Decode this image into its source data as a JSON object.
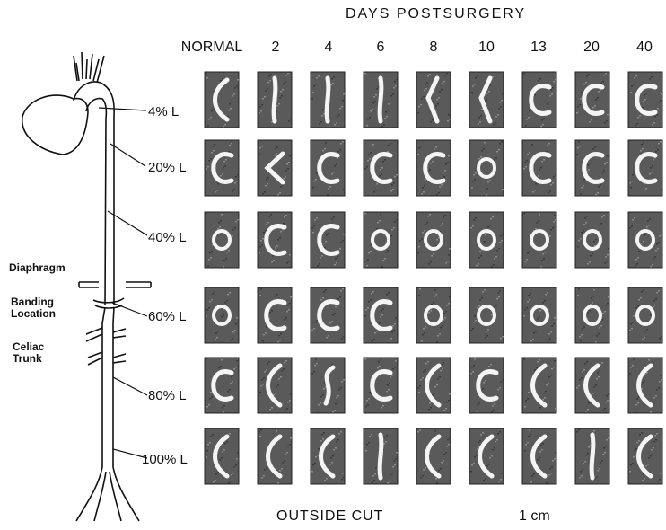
{
  "figure": {
    "title": "DAYS  POSTSURGERY",
    "columns": [
      "NORMAL",
      "2",
      "4",
      "6",
      "8",
      "10",
      "13",
      "20",
      "40"
    ],
    "rows": [
      "4% L",
      "20% L",
      "40% L",
      "60% L",
      "80% L",
      "100% L"
    ],
    "anatomy_labels": {
      "diaphragm": "Diaphragm",
      "banding_location": "Banding Location",
      "celiac_trunk": "Celiac Trunk"
    },
    "footer_left": "OUTSIDE  CUT",
    "footer_right": "1 cm"
  }
}
